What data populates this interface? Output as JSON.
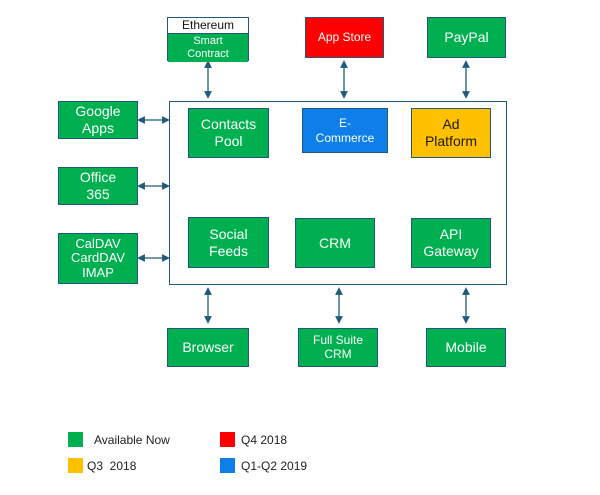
{
  "diagram": {
    "top_nodes": [
      {
        "id": "ethereum",
        "label_top": "Ethereum",
        "label_bottom": "Smart\nContract",
        "status": "available_now"
      },
      {
        "id": "app-store",
        "label": "App Store",
        "status": "q4_2018"
      },
      {
        "id": "paypal",
        "label": "PayPal",
        "status": "available_now"
      }
    ],
    "left_nodes": [
      {
        "id": "google-apps",
        "label": "Google\nApps",
        "status": "available_now"
      },
      {
        "id": "office-365",
        "label": "Office\n365",
        "status": "available_now"
      },
      {
        "id": "caldav",
        "label": "CalDAV\nCardDAV\nIMAP",
        "status": "available_now"
      }
    ],
    "core_modules": [
      {
        "id": "contacts-pool",
        "label": "Contacts\nPool",
        "status": "available_now"
      },
      {
        "id": "e-commerce",
        "label": "E-\nCommerce",
        "status": "q1_q2_2019"
      },
      {
        "id": "ad-platform",
        "label": "Ad\nPlatform",
        "status": "q3_2018"
      },
      {
        "id": "social-feeds",
        "label": "Social\nFeeds",
        "status": "available_now"
      },
      {
        "id": "crm",
        "label": "CRM",
        "status": "available_now"
      },
      {
        "id": "api-gateway",
        "label": "API\nGateway",
        "status": "available_now"
      }
    ],
    "bottom_nodes": [
      {
        "id": "browser",
        "label": "Browser",
        "status": "available_now"
      },
      {
        "id": "full-suite-crm",
        "label": "Full Suite\nCRM",
        "status": "available_now"
      },
      {
        "id": "mobile",
        "label": "Mobile",
        "status": "available_now"
      }
    ],
    "connections": [
      {
        "from": "ethereum",
        "to": "core",
        "type": "bidirectional"
      },
      {
        "from": "app-store",
        "to": "core",
        "type": "bidirectional"
      },
      {
        "from": "paypal",
        "to": "core",
        "type": "bidirectional"
      },
      {
        "from": "google-apps",
        "to": "core",
        "type": "bidirectional"
      },
      {
        "from": "office-365",
        "to": "core",
        "type": "bidirectional"
      },
      {
        "from": "caldav",
        "to": "core",
        "type": "bidirectional"
      },
      {
        "from": "browser",
        "to": "core",
        "type": "bidirectional"
      },
      {
        "from": "full-suite-crm",
        "to": "core",
        "type": "bidirectional"
      },
      {
        "from": "mobile",
        "to": "core",
        "type": "bidirectional"
      }
    ]
  },
  "legend": [
    {
      "key": "available_now",
      "label": "Available Now",
      "color": "#00b050"
    },
    {
      "key": "q4_2018",
      "label": "Q4 2018",
      "color": "#ff0000"
    },
    {
      "key": "q3_2018",
      "label": "Q3  2018",
      "color": "#ffc000"
    },
    {
      "key": "q1_q2_2019",
      "label": "Q1-Q2 2019",
      "color": "#0e7fe8"
    }
  ],
  "colors": {
    "border": "#1f5a7a",
    "arrow": "#1f5a7a"
  }
}
